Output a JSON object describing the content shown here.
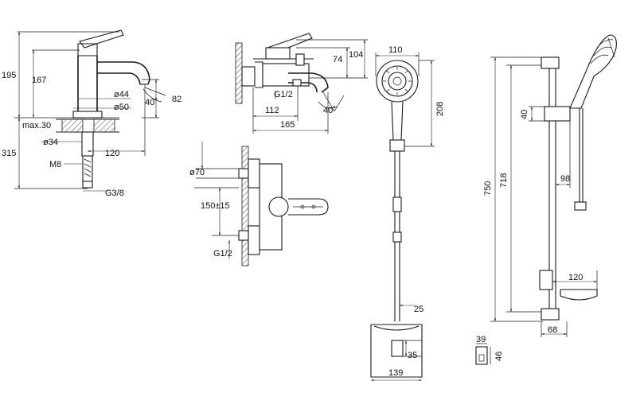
{
  "basin_mixer": {
    "h_total": "195",
    "h_body": "167",
    "spout_angle": "40˚",
    "spout_height": "82",
    "d_body": "ø44",
    "d_base": "ø50",
    "max_thickness": "max.30",
    "d_hole": "ø34",
    "h_below": "315",
    "reach": "120",
    "thread_m": "M8",
    "thread_g": "G3/8"
  },
  "bath_mixer": {
    "h_lever": "104",
    "h_body": "74",
    "thread": "G1/2",
    "angle": "40˚",
    "reach_spout": "112",
    "reach_total": "165"
  },
  "wall_mixer": {
    "d_rosette": "ø70",
    "centers": "150±15",
    "thread": "G1/2"
  },
  "hand_shower": {
    "width": "110",
    "length": "208",
    "rail_d": "25",
    "base_h": "35",
    "base_w": "139"
  },
  "slide_rail": {
    "total": "750",
    "span": "718",
    "holder_h": "40",
    "holder_d": "98",
    "soap_d": "120",
    "bracket_d": "68",
    "clip_w": "39",
    "clip_h": "46"
  }
}
